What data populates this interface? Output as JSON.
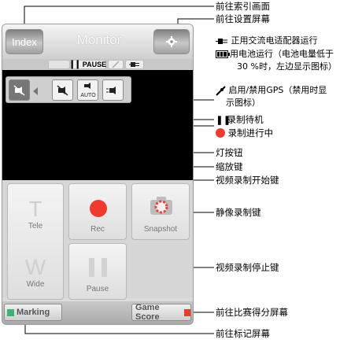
{
  "app": {
    "title": "Monitor",
    "index_label": "Index",
    "settings_icon": "gear-icon"
  },
  "status": {
    "pause_label": "▎▎PAUSE"
  },
  "controls": {
    "tele_letter": "T",
    "tele_label": "Tele",
    "wide_letter": "W",
    "wide_label": "Wide",
    "rec_label": "Rec",
    "pause_label": "Pause",
    "snapshot_label": "Snapshot"
  },
  "bottom": {
    "marking_label": "Marking",
    "game_score_label": "Game Score",
    "marking_color": "#3cb371",
    "game_score_color": "#e83c2c"
  },
  "annotations": {
    "goto_index": "前往索引画面",
    "goto_settings": "前往设置屏幕",
    "ac_power": "正用交流电适配器运行",
    "battery_line1": "用电池运行（电池电量低于",
    "battery_line2": "30 %时，左边显示图标）",
    "gps_line1": "启用/禁用GPS（禁用时显",
    "gps_line2": "示图标）",
    "rec_standby": "录制待机",
    "recording": "录制进行中",
    "light_button": "灯按钮",
    "zoom_key": "缩放键",
    "video_start": "视频录制开始键",
    "still_key": "静像录制键",
    "video_stop": "视频录制停止键",
    "goto_game_score": "前往比赛得分屏幕",
    "goto_marking": "前往标记屏幕"
  },
  "colors": {
    "rec_red": "#f03a2e",
    "snapshot_red": "#e8453a"
  }
}
